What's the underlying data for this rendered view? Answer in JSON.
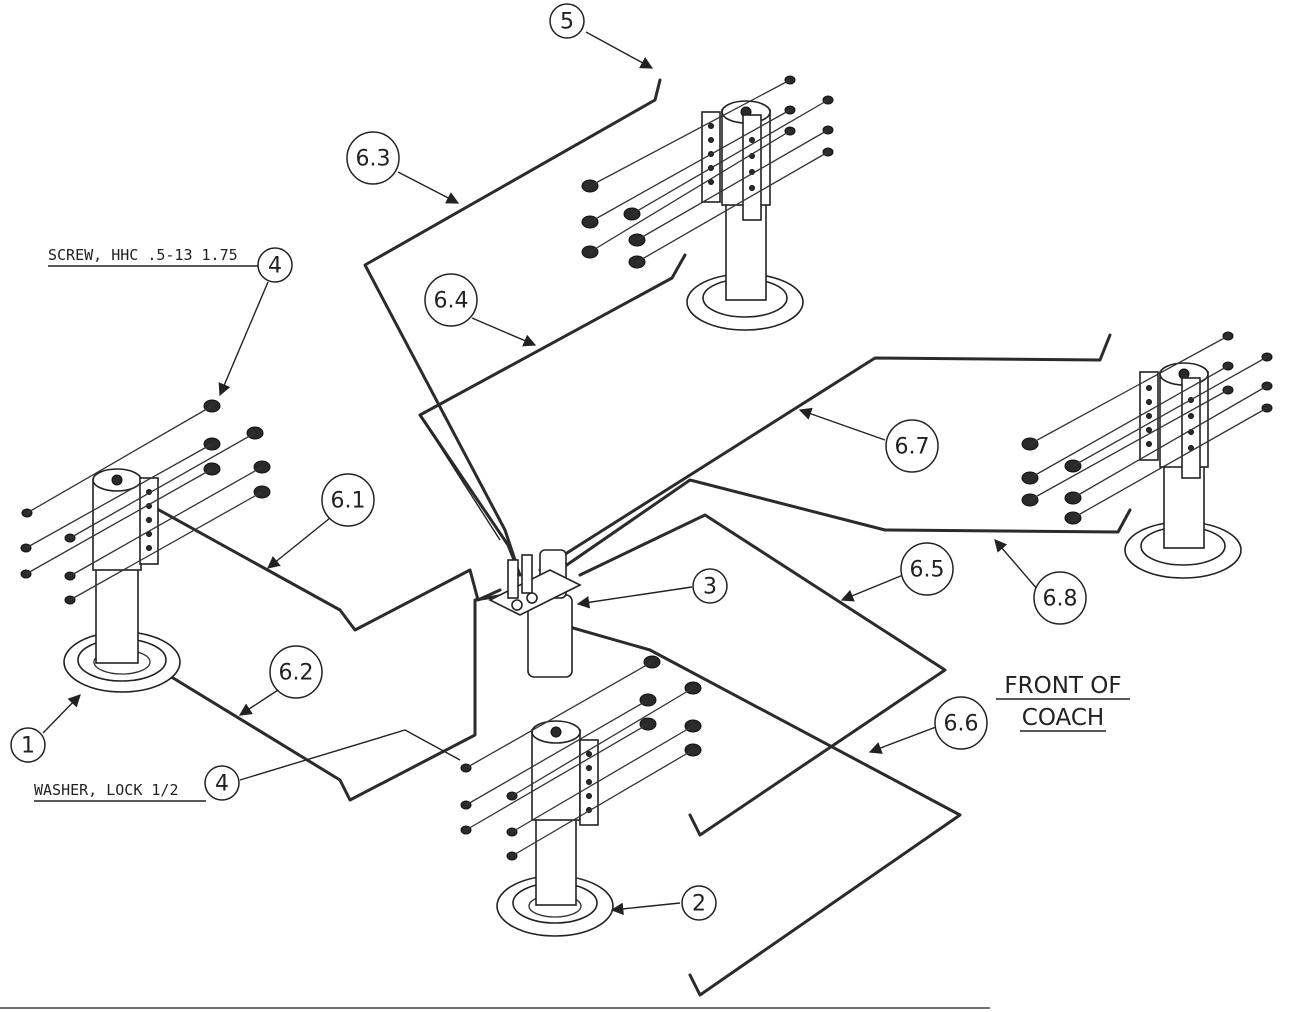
{
  "callouts": {
    "c1": "1",
    "c2": "2",
    "c3": "3",
    "c4a": "4",
    "c4b": "4",
    "c5": "5",
    "c61": "6.1",
    "c62": "6.2",
    "c63": "6.3",
    "c64": "6.4",
    "c65": "6.5",
    "c66": "6.6",
    "c67": "6.7",
    "c68": "6.8"
  },
  "notes": {
    "screw": "SCREW, HHC .5-13 1.75",
    "washer": "WASHER, LOCK 1/2"
  },
  "front_label": {
    "line1": "FRONT OF",
    "line2": "COACH"
  }
}
